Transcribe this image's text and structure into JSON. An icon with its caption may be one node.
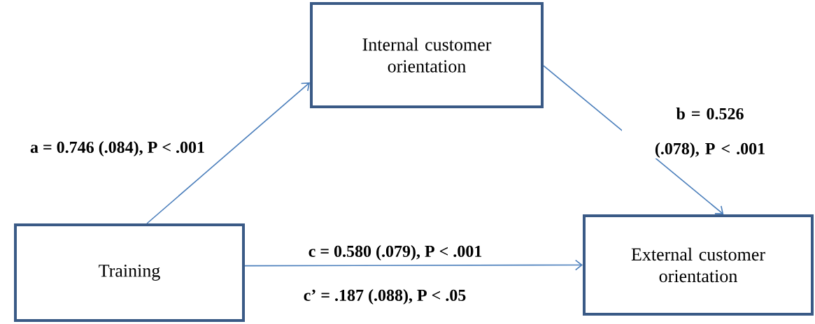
{
  "diagram": {
    "nodes": [
      {
        "text": [
          "Internal customer orientation"
        ]
      },
      {
        "text": [
          "Training"
        ]
      },
      {
        "text": [
          "External customer orientation"
        ]
      }
    ],
    "edges": [
      {
        "from": 1,
        "to": 0,
        "arrow": "to",
        "label": "a = 0.746 (.084),  P < .001"
      },
      {
        "from": 0,
        "to": 2,
        "arrow": "to",
        "label": "b = 0.526 (.078), P  < .001"
      },
      {
        "from": 1,
        "to": 2,
        "arrow": "to",
        "label": "c = 0.580 (.079), P < .001"
      }
    ],
    "labels": [
      "c’ = .187 (.088), P < .05"
    ]
  }
}
